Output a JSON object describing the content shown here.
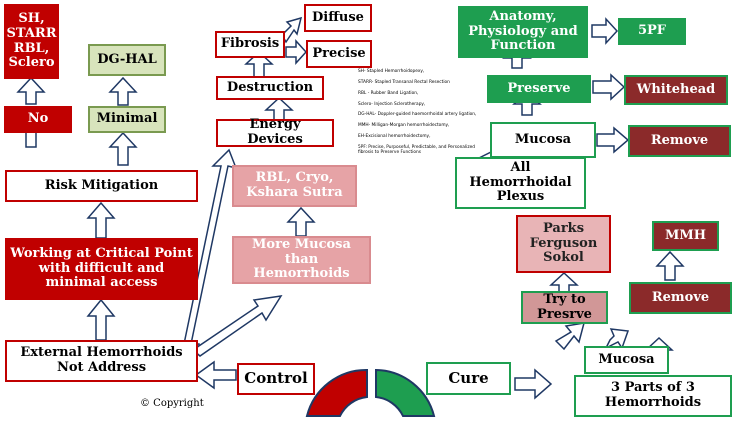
{
  "left": {
    "sh_starr": "SH, STARR RBL, Sclero",
    "dg_hal": "DG-HAL",
    "no": "No",
    "minimal": "Minimal",
    "risk_mitigation": "Risk Mitigation",
    "critical_point": "Working at Critical Point with difficult and minimal  access",
    "external": "External Hemorrhoids Not Address"
  },
  "middle": {
    "diffuse": "Diffuse",
    "fibrosis": "Fibrosis",
    "precise": "Precise",
    "destruction": "Destruction",
    "energy_devices": "Energy Devices",
    "rbl_cryo": "RBL, Cryo, Kshara Sutra",
    "more_mucosa": "More Mucosa than Hemorrhoids",
    "control": "Control"
  },
  "legend": [
    "SH- Stapled Hemorrhoidopexy,",
    "STARR- Stapled Transanal Rectal Resection",
    "RBL - Rubber Band Ligation,",
    "Sclero- Injection Sclerotherapy,",
    "DG-HAL- Doppler-guided haemorrhoidal artery ligation,",
    "MMH- Milligan-Morgan hemorrhoidectomy,",
    "EH-Excisional hemorrhoidectomy,",
    "5PF: Precise, Purposeful, Predictable, and Personalized fibrosis to Preserve Functions"
  ],
  "right": {
    "anatomy": "Anatomy, Physiology and Function",
    "five_pf": "5PF",
    "preserve": "Preserve",
    "whitehead": "Whitehead",
    "mucosa_top": "Mucosa",
    "remove_top": "Remove",
    "all_plexus": "All Hemorrhoidal Plexus",
    "parks": "Parks Ferguson Sokol",
    "mmh": "MMH",
    "try_preserve": "Try to Presrve",
    "remove_bottom": "Remove",
    "mucosa_bottom": "Mucosa",
    "cure": "Cure",
    "three_parts": "3 Parts of 3 Hemorrhoids"
  },
  "copyright": "©  Copyright",
  "colors": {
    "red": "#c00000",
    "green": "#1e9e50",
    "navy": "#1f3864",
    "maroon": "#8b2a2a",
    "pink": "#e6a3a6",
    "olive": "#d8e4bc"
  }
}
